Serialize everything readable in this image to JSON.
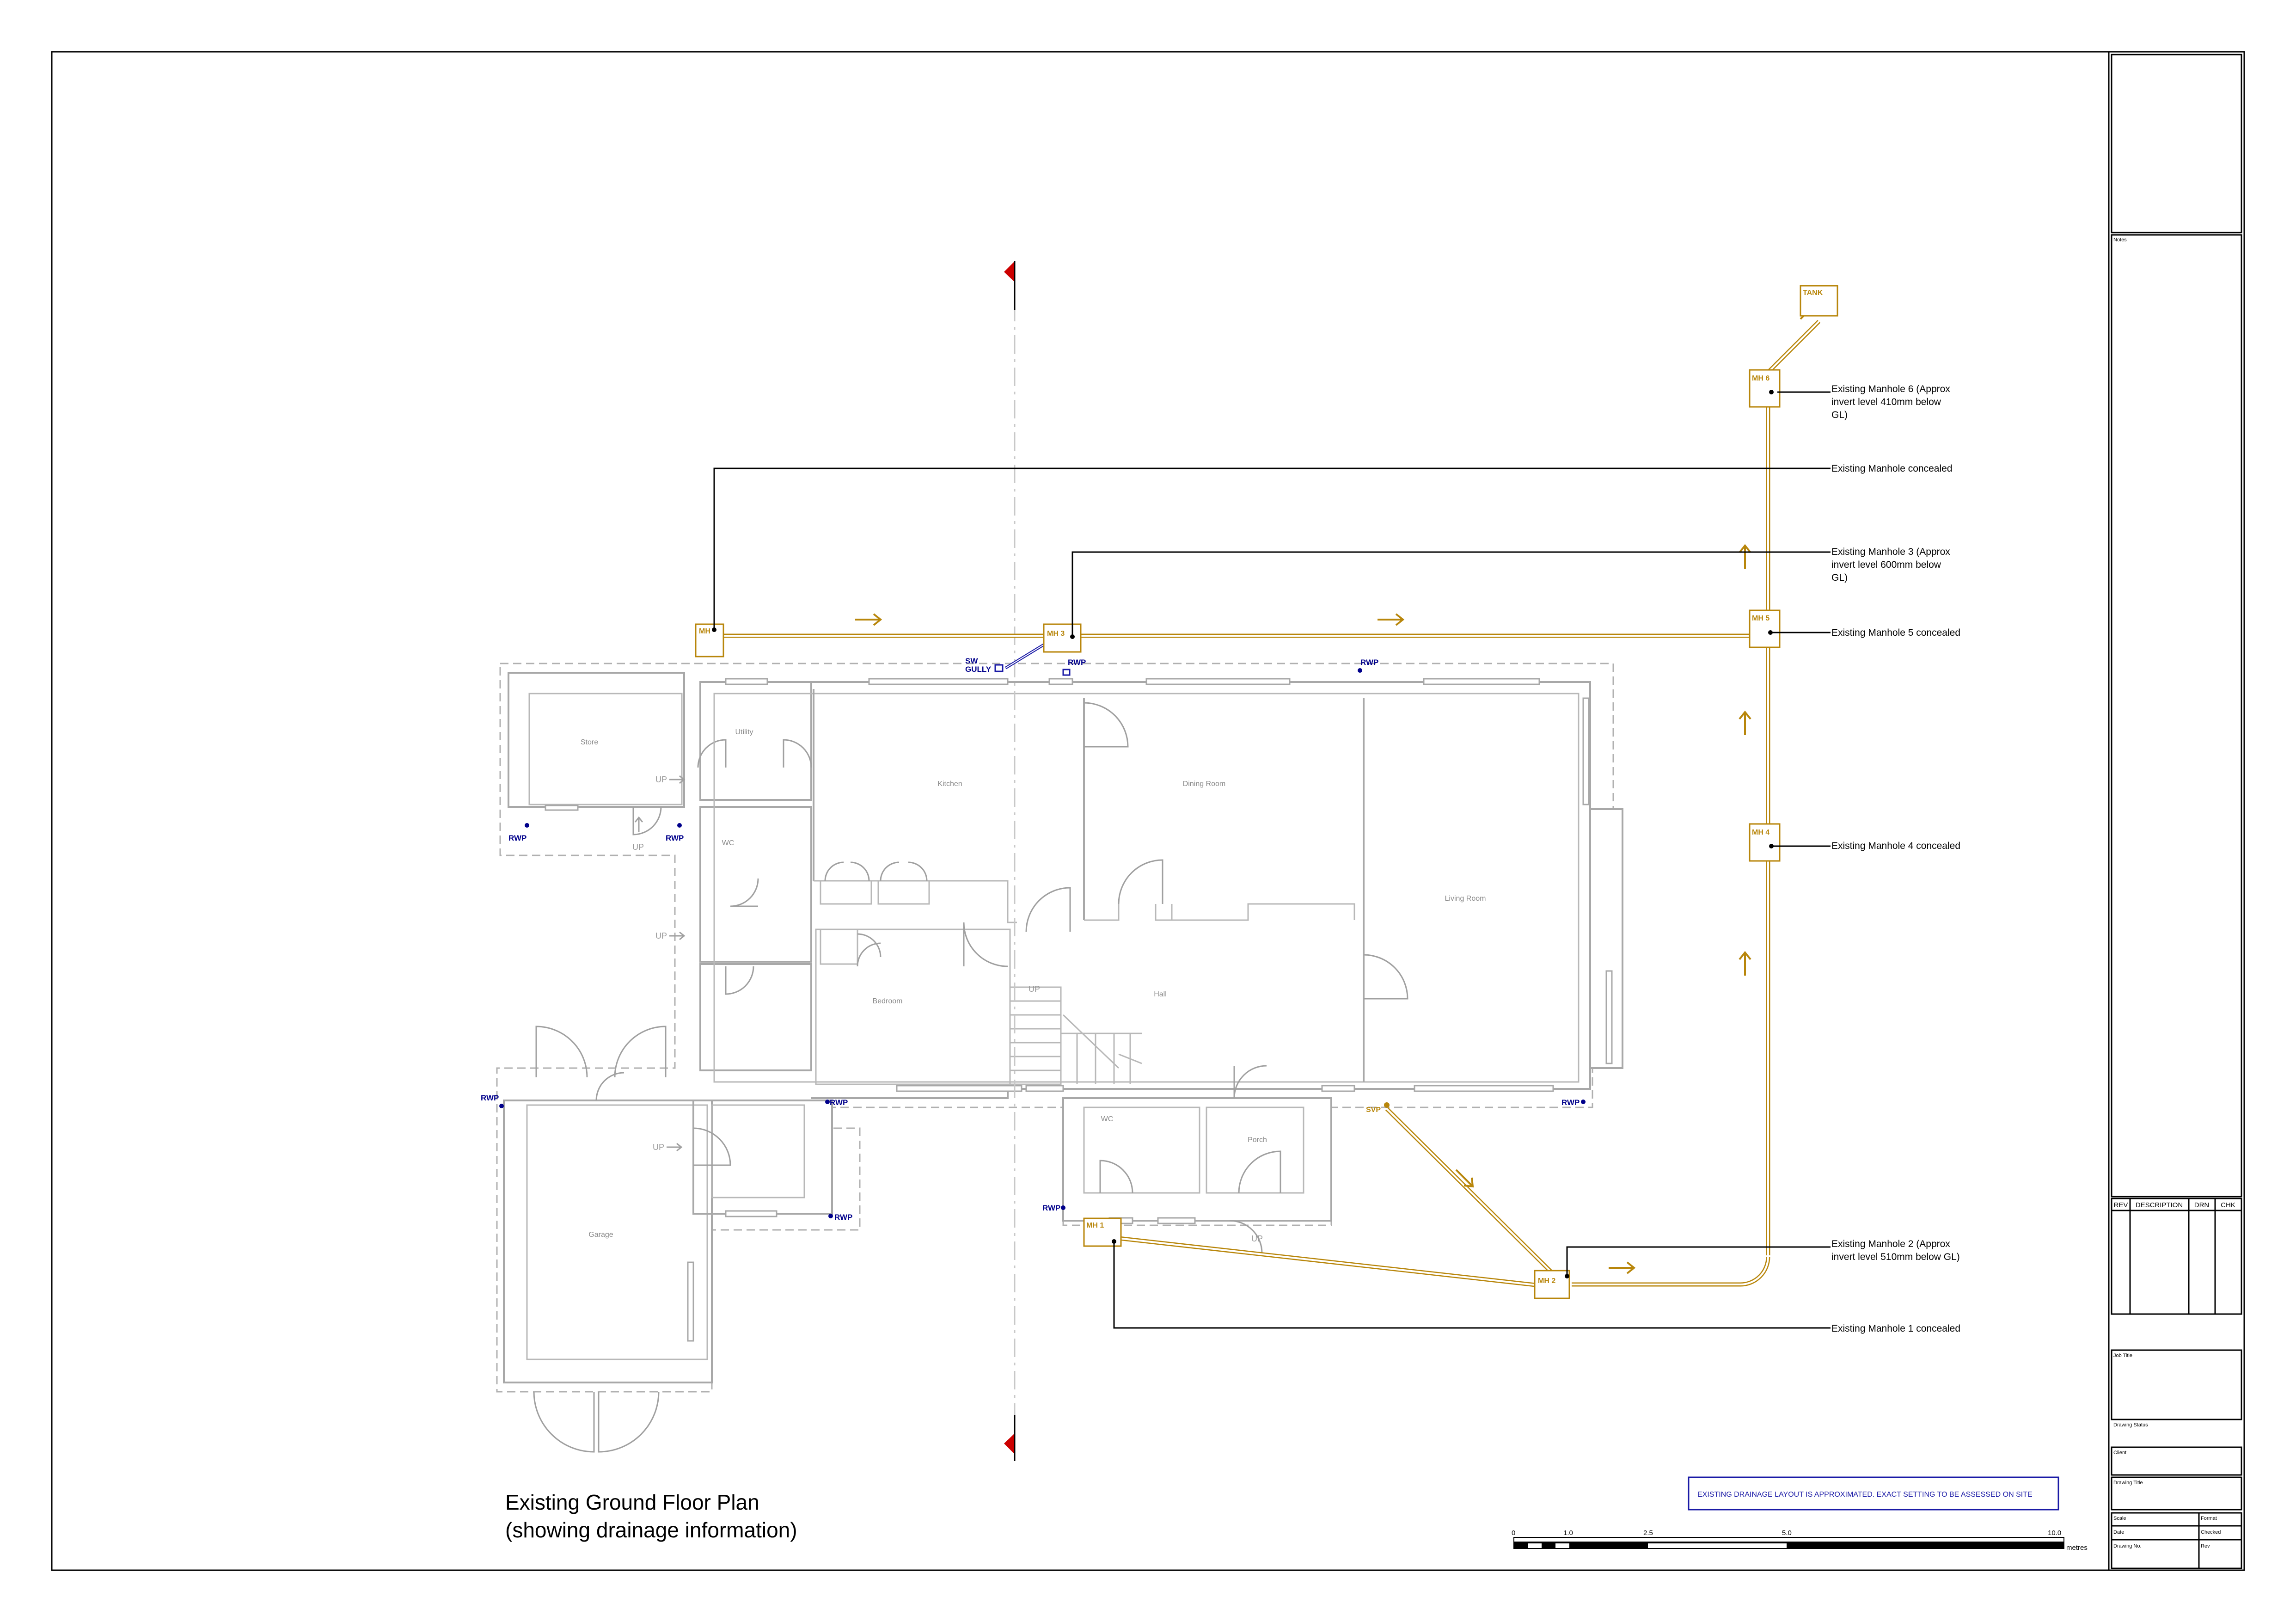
{
  "drawing": {
    "title_line1": "Existing Ground Floor Plan",
    "title_line2": "(showing drainage information)",
    "notice": "EXISTING DRAINAGE LAYOUT IS APPROXIMATED. EXACT SETTING TO BE ASSESSED ON SITE"
  },
  "rooms": {
    "store": "Store",
    "utility": "Utility",
    "kitchen": "Kitchen",
    "dining": "Dining Room",
    "living": "Living Room",
    "wc1": "WC",
    "bedroom": "Bedroom",
    "hall": "Hall",
    "wc2": "WC",
    "porch": "Porch",
    "garage": "Garage"
  },
  "up_labels": {
    "up1": "UP",
    "up2": "UP",
    "up3": "UP",
    "up4": "UP",
    "up5": "UP",
    "up6": "UP"
  },
  "drainage": {
    "manholes": {
      "mh1_top": "MH",
      "mh3": "MH 3",
      "mh5": "MH 5",
      "mh6": "MH 6",
      "mh4": "MH 4",
      "mh1": "MH 1",
      "mh2": "MH 2",
      "tank": "TANK"
    },
    "symbols": {
      "sw": "SW",
      "gully": "GULLY",
      "svp": "SVP",
      "rwp": "RWP"
    },
    "annotations": {
      "mh6_l1": "Existing Manhole 6 (Approx",
      "mh6_l2": "invert level 410mm below",
      "mh6_l3": "GL)",
      "mh_concealed": "Existing Manhole concealed",
      "mh3_l1": "Existing Manhole 3 (Approx",
      "mh3_l2": "invert level 600mm below",
      "mh3_l3": "GL)",
      "mh5": "Existing Manhole 5 concealed",
      "mh4": "Existing Manhole 4 concealed",
      "mh2_l1": "Existing Manhole 2 (Approx",
      "mh2_l2": "invert level 510mm below GL)",
      "mh1": "Existing Manhole 1 concealed"
    }
  },
  "scale_bar": {
    "t0": "0",
    "t1": "1.0",
    "t2": "2.5",
    "t3": "5.0",
    "t4": "10.0",
    "unit": "metres"
  },
  "title_block": {
    "notes": "Notes",
    "rev": "REV",
    "description": "DESCRIPTION",
    "drn": "DRN",
    "chk": "CHK",
    "job_title": "Job Title",
    "drawing_status": "Drawing Status",
    "client": "Client",
    "drawing_title": "Drawing Title",
    "scale": "Scale",
    "format": "Format",
    "date": "Date",
    "checked": "Checked",
    "drawing_no": "Drawing No.",
    "rev_short": "Rev"
  },
  "colors": {
    "drainage": "#b8860b",
    "rainwater": "#00008b",
    "walls": "#a8a8a8",
    "section_marker": "#cc0000"
  }
}
